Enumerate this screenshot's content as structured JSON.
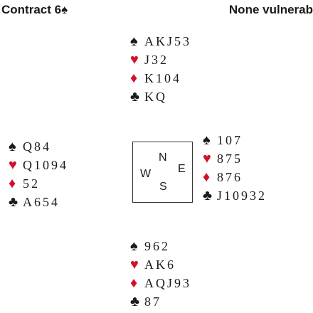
{
  "header": {
    "contract_label": "Contract 6",
    "contract_suit": "♠",
    "vulnerability": "None vulnerab"
  },
  "suit_symbols": {
    "spades": "♠",
    "hearts": "♥",
    "diamonds": "♦",
    "clubs": "♣"
  },
  "colors": {
    "red_suit": "#d0112b",
    "black_suit": "#1a1a1a"
  },
  "compass": {
    "north": "N",
    "west": "W",
    "east": "E",
    "south": "S"
  },
  "hands": {
    "north": {
      "spades": "AKJ53",
      "hearts": "J32",
      "diamonds": "K104",
      "clubs": "KQ"
    },
    "west": {
      "spades": "Q84",
      "hearts": "Q1094",
      "diamonds": "52",
      "clubs": "A654"
    },
    "east": {
      "spades": "107",
      "hearts": "875",
      "diamonds": "876",
      "clubs": "J10932"
    },
    "south": {
      "spades": "962",
      "hearts": "AK6",
      "diamonds": "AQJ93",
      "clubs": "87"
    }
  }
}
